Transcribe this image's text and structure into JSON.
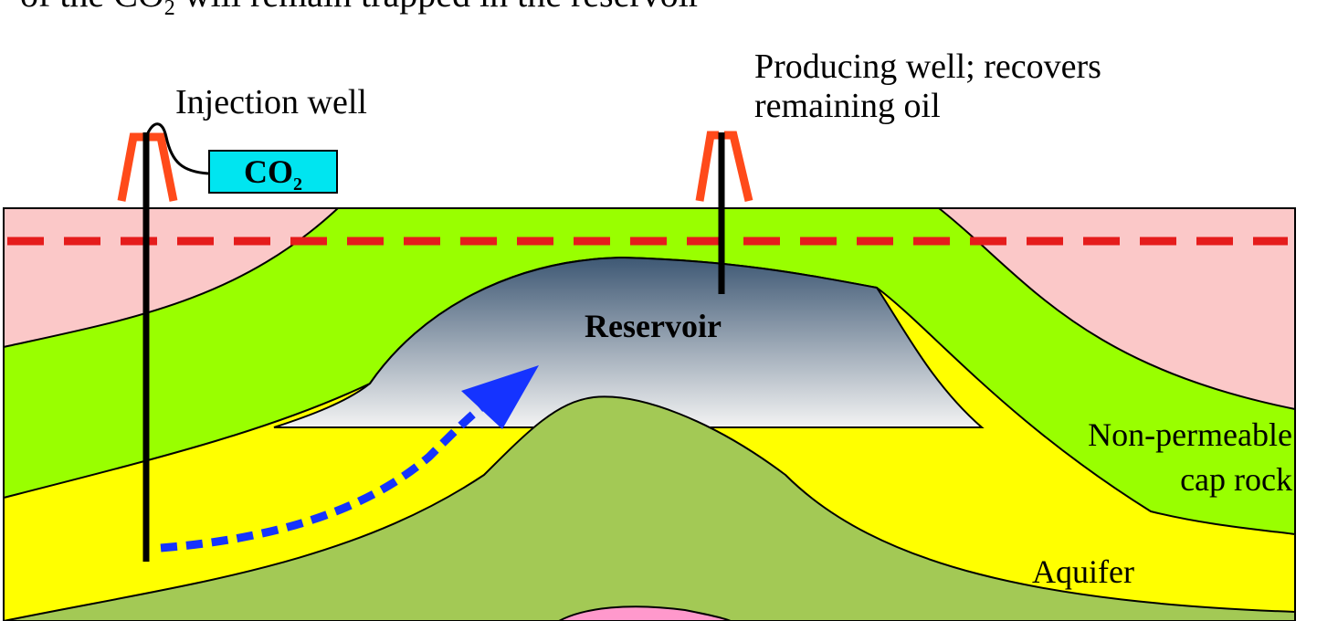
{
  "title": {
    "prefix": "of the CO",
    "subscript": "2",
    "suffix": " will remain trapped in the reservoir"
  },
  "labels": {
    "injection_well": "Injection well",
    "co2": "CO",
    "co2_subscript": "2",
    "producing_well_line1": "Producing well; recovers",
    "producing_well_line2": "remaining oil",
    "reservoir": "Reservoir",
    "caprock_line1": "Non-permeable",
    "caprock_line2": "cap rock",
    "aquifer": "Aquifer"
  },
  "colors": {
    "surface_layer": "#fbc8c8",
    "cap_rock": "#99ff00",
    "aquifer": "#ffff00",
    "basement": "#a3c955",
    "core": "#ff99cc",
    "reservoir_top": "#3e5874",
    "reservoir_bottom": "#f3f3f3",
    "derrick": "#ff4a1a",
    "dashed_line": "#e51c1c",
    "flow_arrow": "#1533ff",
    "co2_box": "#00e5f0"
  },
  "icons": {
    "derrick": "oil-derrick-icon",
    "arrow": "co2-flow-arrow-icon"
  }
}
